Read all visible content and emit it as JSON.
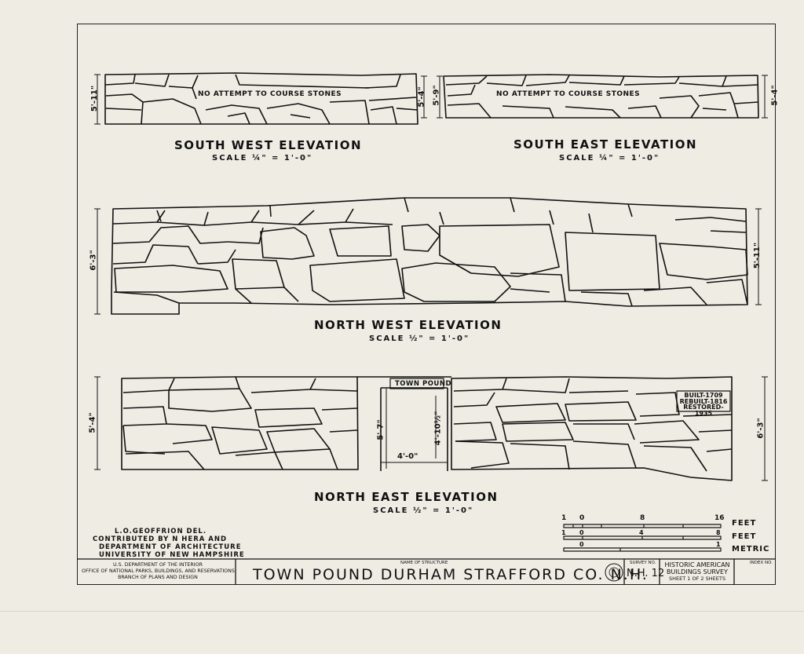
{
  "elevations": {
    "south_west": {
      "title": "SOUTH WEST ELEVATION",
      "scale": "SCALE ¼\" = 1'-0\"",
      "note": "NO ATTEMPT TO COURSE STONES",
      "dim_left": "5'-11\"",
      "dim_right": "5'-4\""
    },
    "south_east": {
      "title": "SOUTH EAST ELEVATION",
      "scale": "SCALE ¼\" = 1'-0\"",
      "note": "NO ATTEMPT TO COURSE STONES",
      "dim_left": "5'-9\"",
      "dim_right": "5'-4\""
    },
    "north_west": {
      "title": "NORTH WEST ELEVATION",
      "scale": "SCALE ½\" = 1'-0\"",
      "dim_left": "6'-3\"",
      "dim_right": "5'-11\""
    },
    "north_east": {
      "title": "NORTH EAST ELEVATION",
      "scale": "SCALE ½\" = 1'-0\"",
      "sign": "TOWN POUND",
      "plaque": [
        "BUILT-1709",
        "REBUILT-1816",
        "RESTORED-1935"
      ],
      "dim_left": "5'-4\"",
      "dim_right": "6'-3\"",
      "gate_height": "5'-7\"",
      "gate_opening": "4'-10½\"",
      "gate_width": "4'-0\""
    }
  },
  "scale_bars": {
    "feet_small": {
      "ticks": [
        "1",
        "0",
        "8",
        "16"
      ],
      "unit": "FEET"
    },
    "feet_large": {
      "ticks": [
        "1",
        "0",
        "4",
        "8"
      ],
      "unit": "FEET"
    },
    "metric": {
      "ticks": [
        "0",
        "1"
      ],
      "unit": "METRIC"
    }
  },
  "credits": [
    "L.O.GEOFFRION DEL.",
    "CONTRIBUTED BY N HERA AND",
    "DEPARTMENT OF ARCHITECTURE",
    "UNIVERSITY OF NEW HAMPSHIRE"
  ],
  "title_block": {
    "agency": [
      "U.S. DEPARTMENT OF THE INTERIOR",
      "OFFICE OF NATIONAL PARKS, BUILDINGS, AND RESERVATIONS",
      "BRANCH OF PLANS AND DESIGN"
    ],
    "name_label": "NAME OF STRUCTURE",
    "structure": "TOWN POUND   DURHAM   STRAFFORD CO. N.H.",
    "survey_label": "SURVEY NO.",
    "survey_no": "N.H. 12",
    "habs": [
      "HISTORIC AMERICAN",
      "BUILDINGS SURVEY"
    ],
    "sheet_text": "SHEET  1  OF  2  SHEETS",
    "index_label": "INDEX NO."
  }
}
